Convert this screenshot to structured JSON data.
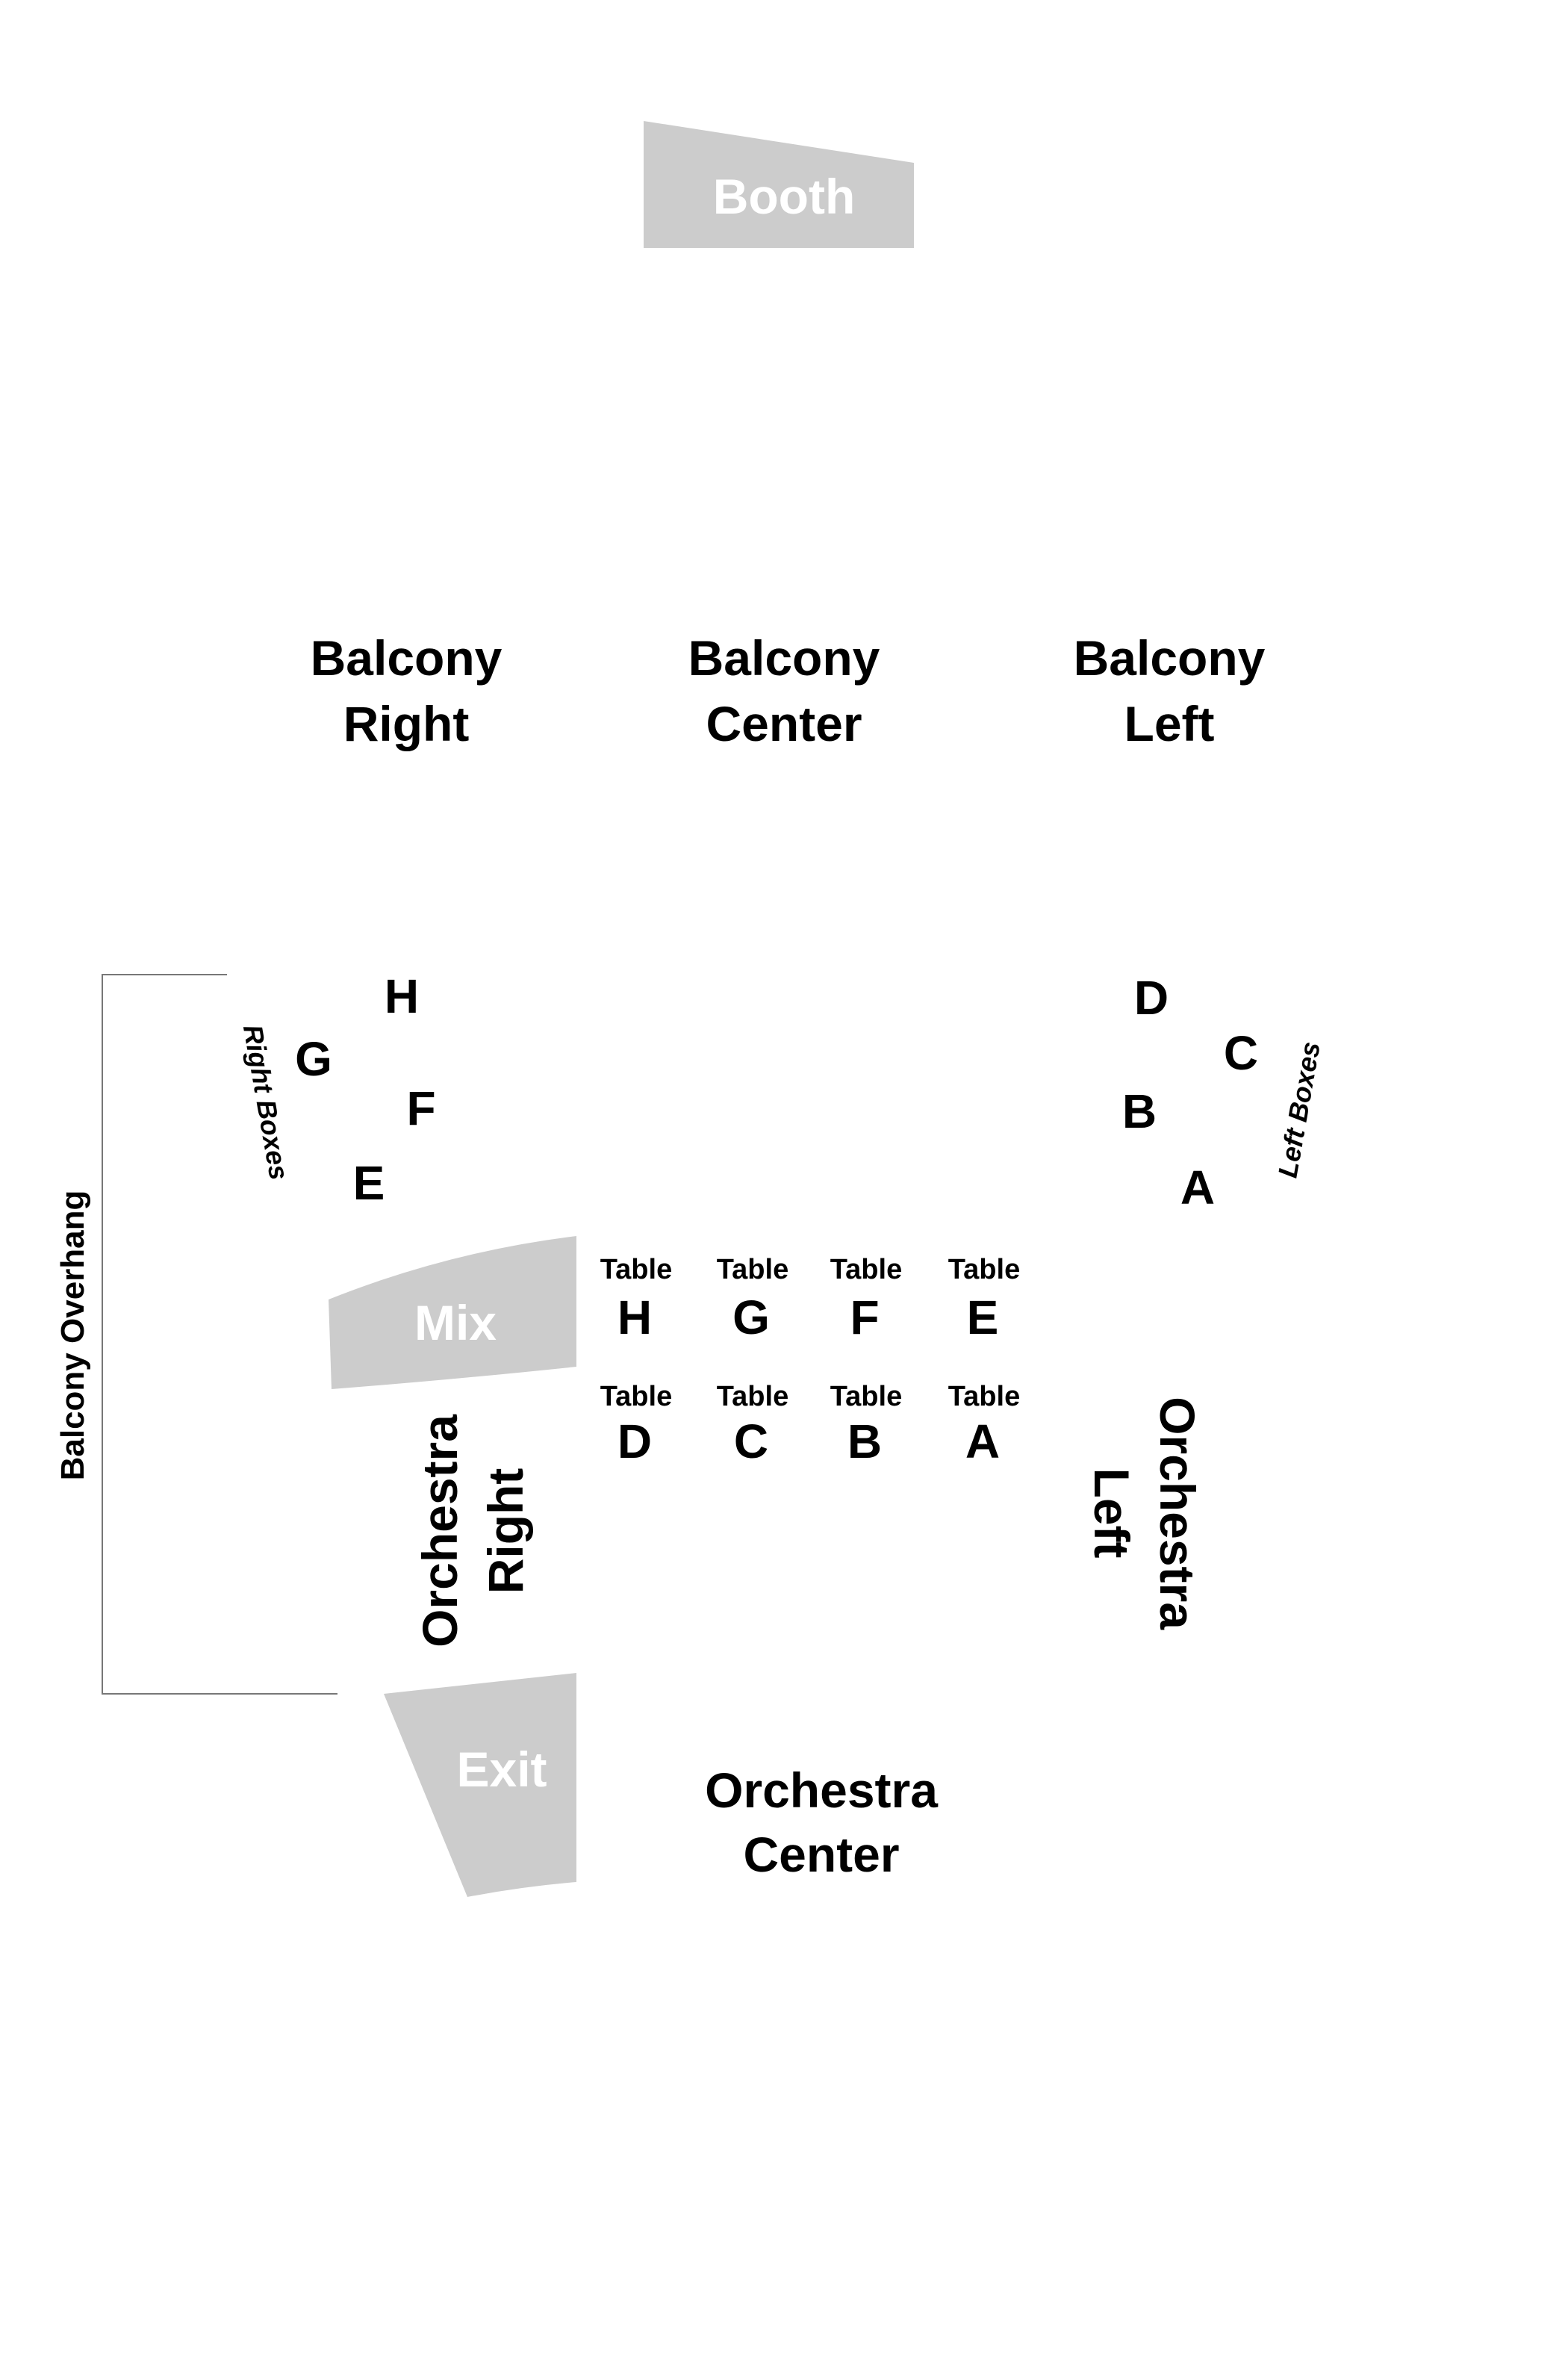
{
  "zones": {
    "booth": "Booth",
    "mix": "Mix",
    "exit": "Exit"
  },
  "balcony": {
    "right": [
      "Balcony",
      "Right"
    ],
    "center": [
      "Balcony",
      "Center"
    ],
    "left": [
      "Balcony",
      "Left"
    ],
    "overhang": "Balcony Overhang"
  },
  "right_boxes": {
    "title": "Right Boxes",
    "boxes": [
      "H",
      "G",
      "F",
      "E"
    ]
  },
  "left_boxes": {
    "title": "Left Boxes",
    "boxes": [
      "D",
      "C",
      "B",
      "A"
    ]
  },
  "tables": {
    "word": "Table",
    "row1": [
      "H",
      "G",
      "F",
      "E"
    ],
    "row2": [
      "D",
      "C",
      "B",
      "A"
    ]
  },
  "orchestra": {
    "right": [
      "Orchestra",
      "Right"
    ],
    "left": [
      "Orchestra",
      "Left"
    ],
    "center": [
      "Orchestra",
      "Center"
    ]
  },
  "colors": {
    "zone_fill": "#cccccc",
    "zone_text": "#ffffff",
    "label_text": "#000000",
    "bracket_line": "#777777"
  }
}
